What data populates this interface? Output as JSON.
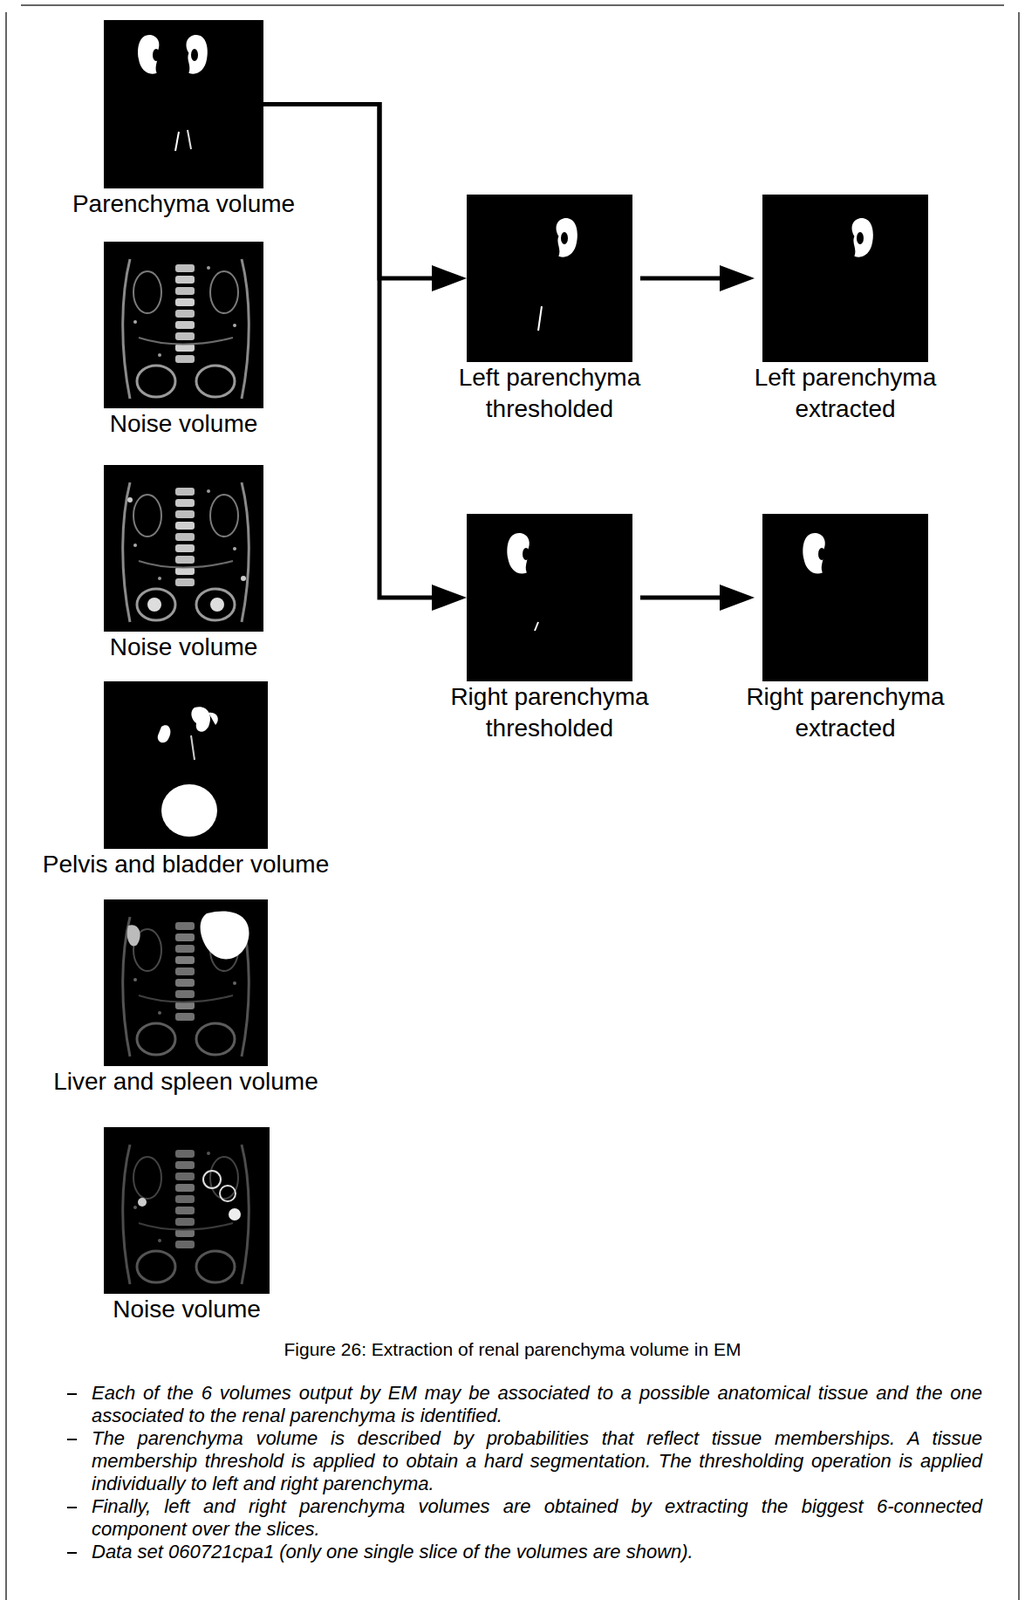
{
  "diagram": {
    "caption": "Figure 26: Extraction of renal parenchyma volume in EM",
    "nodes": [
      {
        "text": [
          "Parenchyma volume"
        ]
      },
      {
        "text": [
          "Noise volume"
        ]
      },
      {
        "text": [
          "Noise volume"
        ]
      },
      {
        "text": [
          "Pelvis and bladder volume"
        ]
      },
      {
        "text": [
          "Liver and spleen volume"
        ]
      },
      {
        "text": [
          "Noise volume"
        ]
      },
      {
        "text": [
          "Left parenchyma thresholded"
        ]
      },
      {
        "text": [
          "Left parenchyma extracted"
        ]
      },
      {
        "text": [
          "Right parenchyma thresholded"
        ]
      },
      {
        "text": [
          "Right parenchyma extracted"
        ]
      }
    ],
    "edges": [
      {
        "from": 0,
        "to": 6,
        "arrow": "to"
      },
      {
        "from": 0,
        "to": 8,
        "arrow": "to"
      },
      {
        "from": 6,
        "to": 7,
        "arrow": "to"
      },
      {
        "from": 8,
        "to": 9,
        "arrow": "to"
      }
    ],
    "labels": [
      "Each of the 6 volumes output by EM may be associated to a possible anatomical tissue and the one associated to the renal parenchyma is identified.",
      "The parenchyma volume is described by probabilities that reflect tissue memberships. A tissue membership threshold is applied to obtain a hard segmentation. The thresholding operation is applied individually to left and right parenchyma.",
      "Finally, left and right parenchyma volumes are obtained by extracting the biggest 6-connected component over the slices.",
      "Data set 060721cpa1 (only one single slice of the volumes are shown)."
    ]
  }
}
